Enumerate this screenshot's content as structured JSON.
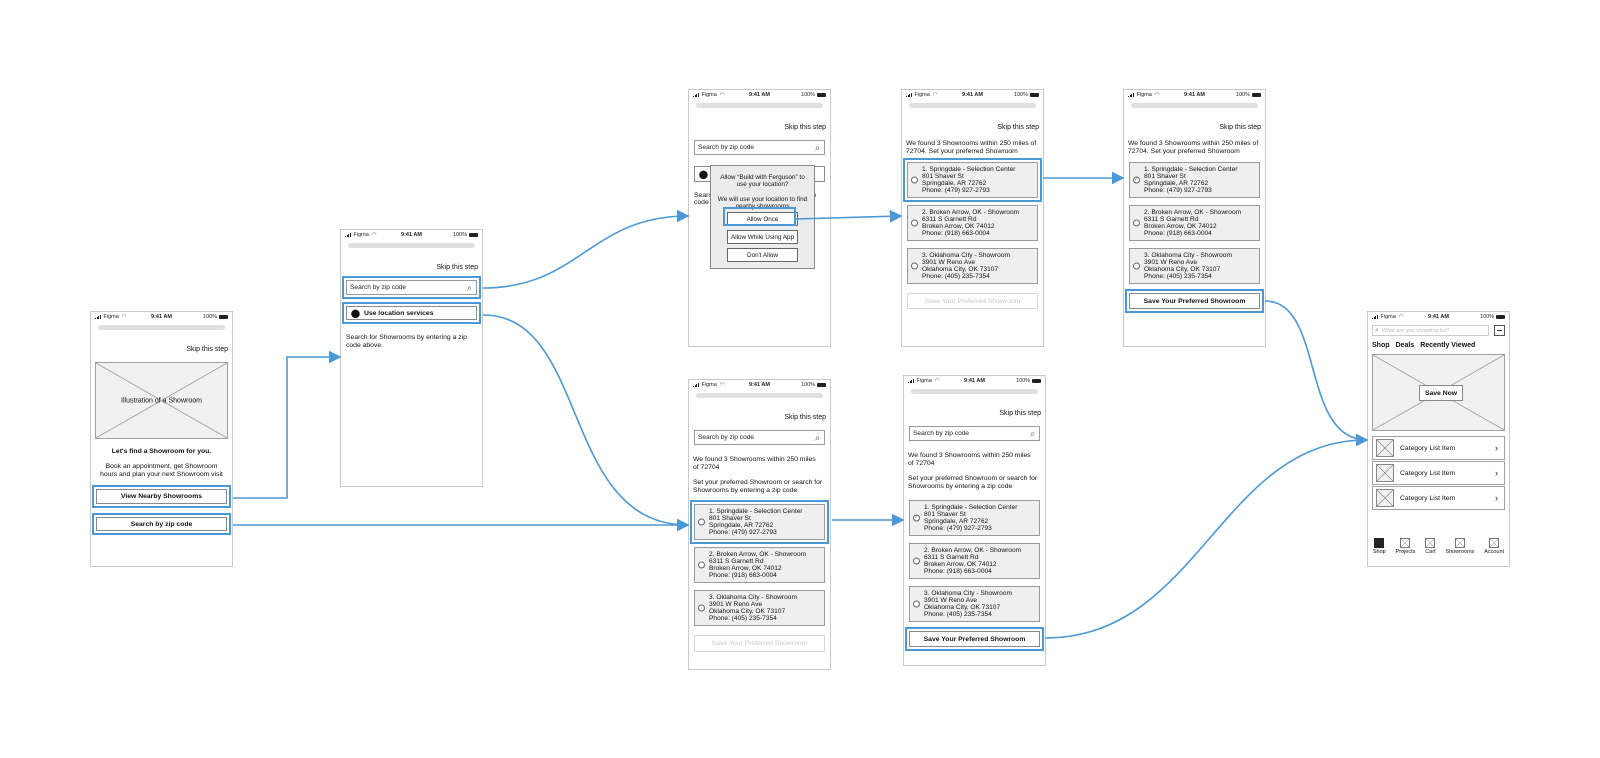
{
  "status_bar": {
    "carrier": "Figma",
    "time": "9:41 AM",
    "battery": "100%"
  },
  "common": {
    "skip": "Skip this step",
    "search_placeholder": "Search by zip code",
    "save_button": "Save Your Preferred Showroom"
  },
  "screen1": {
    "illustration_label": "Illustration of a Showroom",
    "heading": "Let's find a Showroom for you.",
    "body": "Book an appointment, get Showroom hours and plan your next Showroom visit",
    "view_nearby": "View Nearby Showrooms",
    "search_zip": "Search by zip code"
  },
  "screen2": {
    "use_location": "Use location services",
    "helper": "Search for Showrooms by entering a zip code above."
  },
  "screen3": {
    "partial_a": "Searc",
    "partial_b": "code",
    "partial_c": "ip",
    "alert_title": "Allow “Build with Ferguson” to use your location?",
    "alert_body": "We will use your location to find nearby showrooms",
    "allow_once": "Allow Once",
    "allow_while": "Allow While Using App",
    "dont_allow": "Don't Allow"
  },
  "found_250": "We found 3 Showrooms within 250 miles of 72704. Set your preferred Showroom",
  "found_zip": {
    "line1": "We found 3 Showrooms within 250 miles of 72704",
    "line2": "Set your preferred Showroom or search for Showrooms by entering a zip code"
  },
  "showrooms": [
    {
      "name": "1. Springdale - Selection Center",
      "street": "801 Shaver St",
      "city": "Springdale, AR 72762",
      "phone": "Phone: (479) 927-2793"
    },
    {
      "name": "2. Broken Arrow, OK - Showroom",
      "street": "6311 S Garnett Rd",
      "city": "Broken Arrow, OK 74012",
      "phone": "Phone: (918) 663-0004"
    },
    {
      "name": "3. Oklahoma City - Showroom",
      "street": "3901 W Reno Ave",
      "city": "Oklahoma City, OK 73107",
      "phone": "Phone: (405) 235-7354"
    }
  ],
  "home": {
    "search_placeholder": "What are you shopping for?",
    "tabs": [
      "Shop",
      "Deals",
      "Recently Viewed"
    ],
    "hero_button": "Save Now",
    "category_item": "Category List Item",
    "nav": [
      "Shop",
      "Projects",
      "Cart",
      "Showrooms",
      "Account"
    ]
  },
  "colors": {
    "highlight": "#4a98d6",
    "card_bg": "#efefef"
  }
}
